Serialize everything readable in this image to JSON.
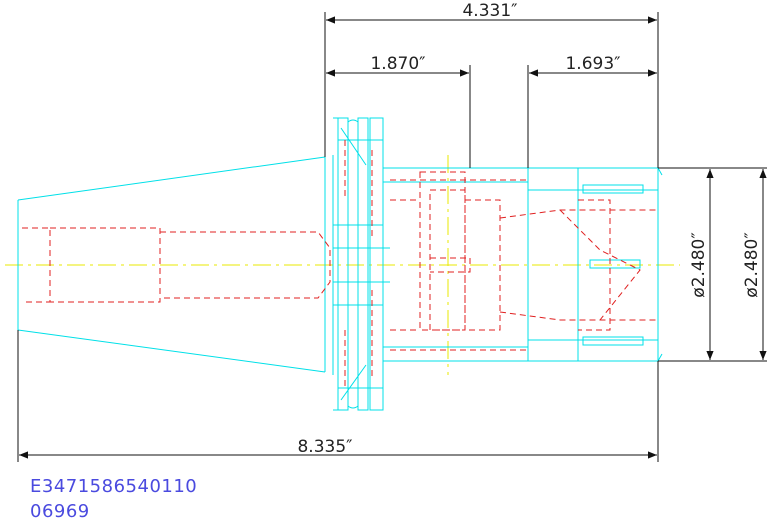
{
  "drawing": {
    "dimensions": {
      "overall_top": "4.331″",
      "flange_length": "1.870″",
      "nose_length": "1.693″",
      "overall_bottom": "8.335″",
      "diameter_inner": "ø2.480″",
      "diameter_outer": "ø2.480″"
    },
    "part_number": "E3471586540110",
    "drawing_id": "06969",
    "colors": {
      "outline": "#00e0e8",
      "hidden": "#e02020",
      "centerline": "#e8e800",
      "dimension": "#111111",
      "annotation": "#4a4adf"
    }
  }
}
